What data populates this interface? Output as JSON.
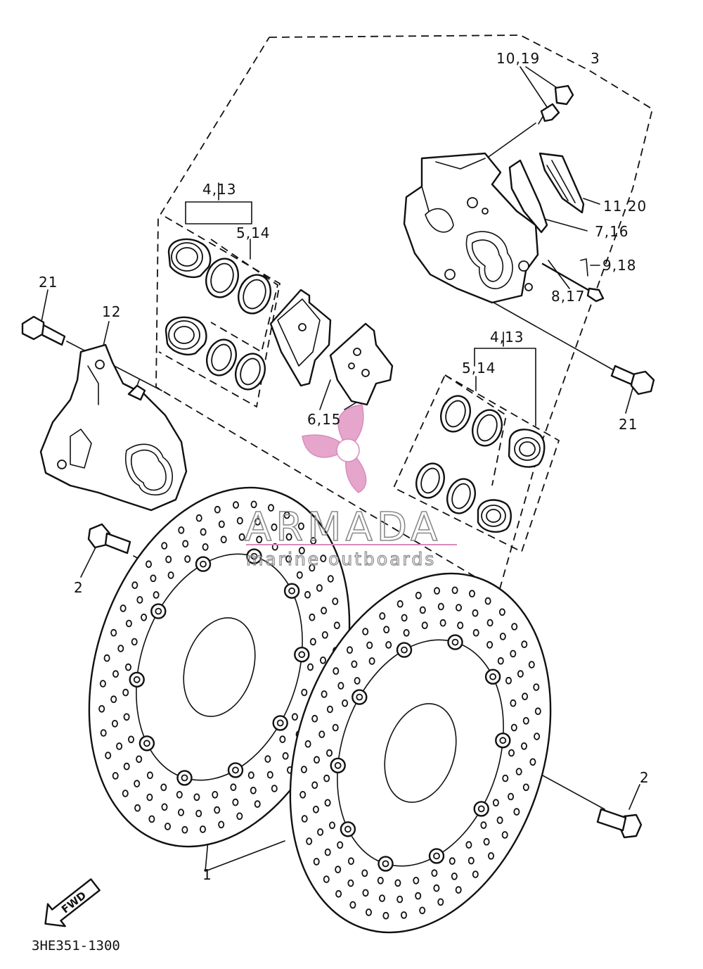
{
  "diagram": {
    "callouts": [
      {
        "id": "c-10-19",
        "text": "10,19"
      },
      {
        "id": "c-3",
        "text": "3"
      },
      {
        "id": "c-4-13-a",
        "text": "4,13"
      },
      {
        "id": "c-5-14-a",
        "text": "5,14"
      },
      {
        "id": "c-11-20",
        "text": "11,20"
      },
      {
        "id": "c-7-16",
        "text": "7,16"
      },
      {
        "id": "c-9-18",
        "text": "9,18"
      },
      {
        "id": "c-8-17",
        "text": "8,17"
      },
      {
        "id": "c-21-a",
        "text": "21"
      },
      {
        "id": "c-12",
        "text": "12"
      },
      {
        "id": "c-4-13-b",
        "text": "4,13"
      },
      {
        "id": "c-5-14-b",
        "text": "5,14"
      },
      {
        "id": "c-6-15",
        "text": "6,15"
      },
      {
        "id": "c-21-b",
        "text": "21"
      },
      {
        "id": "c-2-a",
        "text": "2"
      },
      {
        "id": "c-2-b",
        "text": "2"
      },
      {
        "id": "c-1",
        "text": "1"
      }
    ],
    "direction_arrow": "FWD",
    "drawing_code": "3HE351-1300"
  },
  "watermark": {
    "brand": "ARMADA",
    "tagline": "marine outboards",
    "logo_color": "#e6a6cc",
    "line_color": "#d88bbd"
  }
}
